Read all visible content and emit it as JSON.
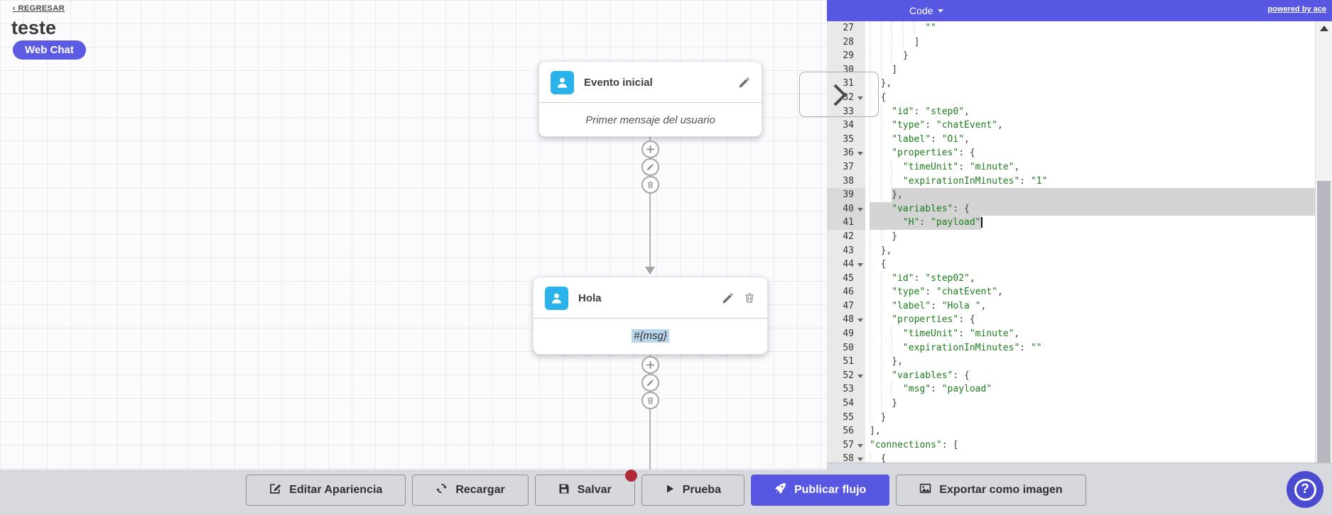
{
  "header": {
    "back_label": "‹ REGRESAR",
    "title": "teste",
    "channel_badge": "Web Chat"
  },
  "canvas": {
    "nodes": [
      {
        "title": "Evento inicial",
        "body": "Primer mensaje del usuario",
        "icon": "user-icon",
        "actions": [
          "edit-icon"
        ],
        "body_highlight": false
      },
      {
        "title": "Hola",
        "body": "#{msg}",
        "icon": "user-icon",
        "actions": [
          "edit-icon",
          "trash-icon"
        ],
        "body_highlight": true
      }
    ],
    "connector_actions": [
      "add-icon",
      "edit-icon",
      "trash-icon"
    ]
  },
  "panel_handle": {
    "icon": "chevron-right-icon"
  },
  "code_panel": {
    "dropdown_label": "Code",
    "powered_by": "powered by ace",
    "lines": [
      {
        "n": 27,
        "ind": 10,
        "tok": [
          [
            "s",
            "\"\""
          ]
        ]
      },
      {
        "n": 28,
        "ind": 8,
        "tok": [
          [
            "p",
            "]"
          ]
        ]
      },
      {
        "n": 29,
        "ind": 6,
        "tok": [
          [
            "p",
            "}"
          ]
        ]
      },
      {
        "n": 30,
        "ind": 4,
        "tok": [
          [
            "p",
            "]"
          ]
        ]
      },
      {
        "n": 31,
        "ind": 2,
        "tok": [
          [
            "p",
            "},"
          ]
        ]
      },
      {
        "n": 32,
        "ind": 2,
        "fold": true,
        "tok": [
          [
            "p",
            "{"
          ]
        ]
      },
      {
        "n": 33,
        "ind": 4,
        "tok": [
          [
            "s",
            "\"id\""
          ],
          [
            "p",
            ": "
          ],
          [
            "s",
            "\"step0\""
          ],
          [
            "p",
            ","
          ]
        ]
      },
      {
        "n": 34,
        "ind": 4,
        "tok": [
          [
            "s",
            "\"type\""
          ],
          [
            "p",
            ": "
          ],
          [
            "s",
            "\"chatEvent\""
          ],
          [
            "p",
            ","
          ]
        ]
      },
      {
        "n": 35,
        "ind": 4,
        "tok": [
          [
            "s",
            "\"label\""
          ],
          [
            "p",
            ": "
          ],
          [
            "s",
            "\"Oi\""
          ],
          [
            "p",
            ","
          ]
        ]
      },
      {
        "n": 36,
        "ind": 4,
        "fold": true,
        "tok": [
          [
            "s",
            "\"properties\""
          ],
          [
            "p",
            ": {"
          ]
        ]
      },
      {
        "n": 37,
        "ind": 6,
        "tok": [
          [
            "s",
            "\"timeUnit\""
          ],
          [
            "p",
            ": "
          ],
          [
            "s",
            "\"minute\""
          ],
          [
            "p",
            ","
          ]
        ]
      },
      {
        "n": 38,
        "ind": 6,
        "tok": [
          [
            "s",
            "\"expirationInMinutes\""
          ],
          [
            "p",
            ": "
          ],
          [
            "s",
            "\"1\""
          ]
        ]
      },
      {
        "n": 39,
        "ind": 4,
        "gsel": true,
        "sel": {
          "from": 4,
          "full": true
        },
        "tok": [
          [
            "p",
            "},"
          ]
        ]
      },
      {
        "n": 40,
        "ind": 4,
        "fold": true,
        "gsel": true,
        "sel": {
          "from": 0,
          "full": true
        },
        "tok": [
          [
            "s",
            "\"variables\""
          ],
          [
            "p",
            ": {"
          ]
        ]
      },
      {
        "n": 41,
        "ind": 6,
        "gsel": true,
        "sel": {
          "from": 0,
          "toCh": 20
        },
        "caret": 20,
        "tok": [
          [
            "s",
            "\"H\""
          ],
          [
            "p",
            ": "
          ],
          [
            "s",
            "\"payload\""
          ]
        ]
      },
      {
        "n": 42,
        "ind": 4,
        "tok": [
          [
            "p",
            "}"
          ]
        ]
      },
      {
        "n": 43,
        "ind": 2,
        "tok": [
          [
            "p",
            "},"
          ]
        ]
      },
      {
        "n": 44,
        "ind": 2,
        "fold": true,
        "tok": [
          [
            "p",
            "{"
          ]
        ]
      },
      {
        "n": 45,
        "ind": 4,
        "tok": [
          [
            "s",
            "\"id\""
          ],
          [
            "p",
            ": "
          ],
          [
            "s",
            "\"step02\""
          ],
          [
            "p",
            ","
          ]
        ]
      },
      {
        "n": 46,
        "ind": 4,
        "tok": [
          [
            "s",
            "\"type\""
          ],
          [
            "p",
            ": "
          ],
          [
            "s",
            "\"chatEvent\""
          ],
          [
            "p",
            ","
          ]
        ]
      },
      {
        "n": 47,
        "ind": 4,
        "tok": [
          [
            "s",
            "\"label\""
          ],
          [
            "p",
            ": "
          ],
          [
            "s",
            "\"Hola \""
          ],
          [
            "p",
            ","
          ]
        ]
      },
      {
        "n": 48,
        "ind": 4,
        "fold": true,
        "tok": [
          [
            "s",
            "\"properties\""
          ],
          [
            "p",
            ": {"
          ]
        ]
      },
      {
        "n": 49,
        "ind": 6,
        "tok": [
          [
            "s",
            "\"timeUnit\""
          ],
          [
            "p",
            ": "
          ],
          [
            "s",
            "\"minute\""
          ],
          [
            "p",
            ","
          ]
        ]
      },
      {
        "n": 50,
        "ind": 6,
        "tok": [
          [
            "s",
            "\"expirationInMinutes\""
          ],
          [
            "p",
            ": "
          ],
          [
            "s",
            "\"\""
          ]
        ]
      },
      {
        "n": 51,
        "ind": 4,
        "tok": [
          [
            "p",
            "},"
          ]
        ]
      },
      {
        "n": 52,
        "ind": 4,
        "fold": true,
        "tok": [
          [
            "s",
            "\"variables\""
          ],
          [
            "p",
            ": {"
          ]
        ]
      },
      {
        "n": 53,
        "ind": 6,
        "tok": [
          [
            "s",
            "\"msg\""
          ],
          [
            "p",
            ": "
          ],
          [
            "s",
            "\"payload\""
          ]
        ]
      },
      {
        "n": 54,
        "ind": 4,
        "tok": [
          [
            "p",
            "}"
          ]
        ]
      },
      {
        "n": 55,
        "ind": 2,
        "tok": [
          [
            "p",
            "}"
          ]
        ]
      },
      {
        "n": 56,
        "ind": 0,
        "tok": [
          [
            "p",
            "],"
          ]
        ]
      },
      {
        "n": 57,
        "ind": 0,
        "fold": true,
        "tok": [
          [
            "s",
            "\"connections\""
          ],
          [
            "p",
            ": ["
          ]
        ]
      },
      {
        "n": 58,
        "ind": 2,
        "fold": true,
        "tok": [
          [
            "p",
            "{"
          ]
        ]
      }
    ]
  },
  "toolbar": {
    "buttons": [
      {
        "name": "editar-apariencia-button",
        "label": "Editar Apariencia",
        "icon": "edit-square-icon",
        "variant": "default"
      },
      {
        "name": "recargar-button",
        "label": "Recargar",
        "icon": "refresh-icon",
        "variant": "default"
      },
      {
        "name": "salvar-button",
        "label": "Salvar",
        "icon": "save-icon",
        "variant": "default",
        "badge": true
      },
      {
        "name": "prueba-button",
        "label": "Prueba",
        "icon": "play-icon",
        "variant": "default"
      },
      {
        "name": "publicar-flujo-button",
        "label": "Publicar flujo",
        "icon": "rocket-icon",
        "variant": "primary"
      },
      {
        "name": "exportar-imagen-button",
        "label": "Exportar como imagen",
        "icon": "image-icon",
        "variant": "default"
      }
    ],
    "help_label": "?"
  },
  "colors": {
    "accent_purple": "#5757e2",
    "node_icon_cyan": "#2ab3ea",
    "string_green": "#1c7d1c",
    "selection_gray": "#d4d4d4",
    "badge_red": "#b02a37",
    "msg_highlight_blue": "#b9d6ea"
  }
}
